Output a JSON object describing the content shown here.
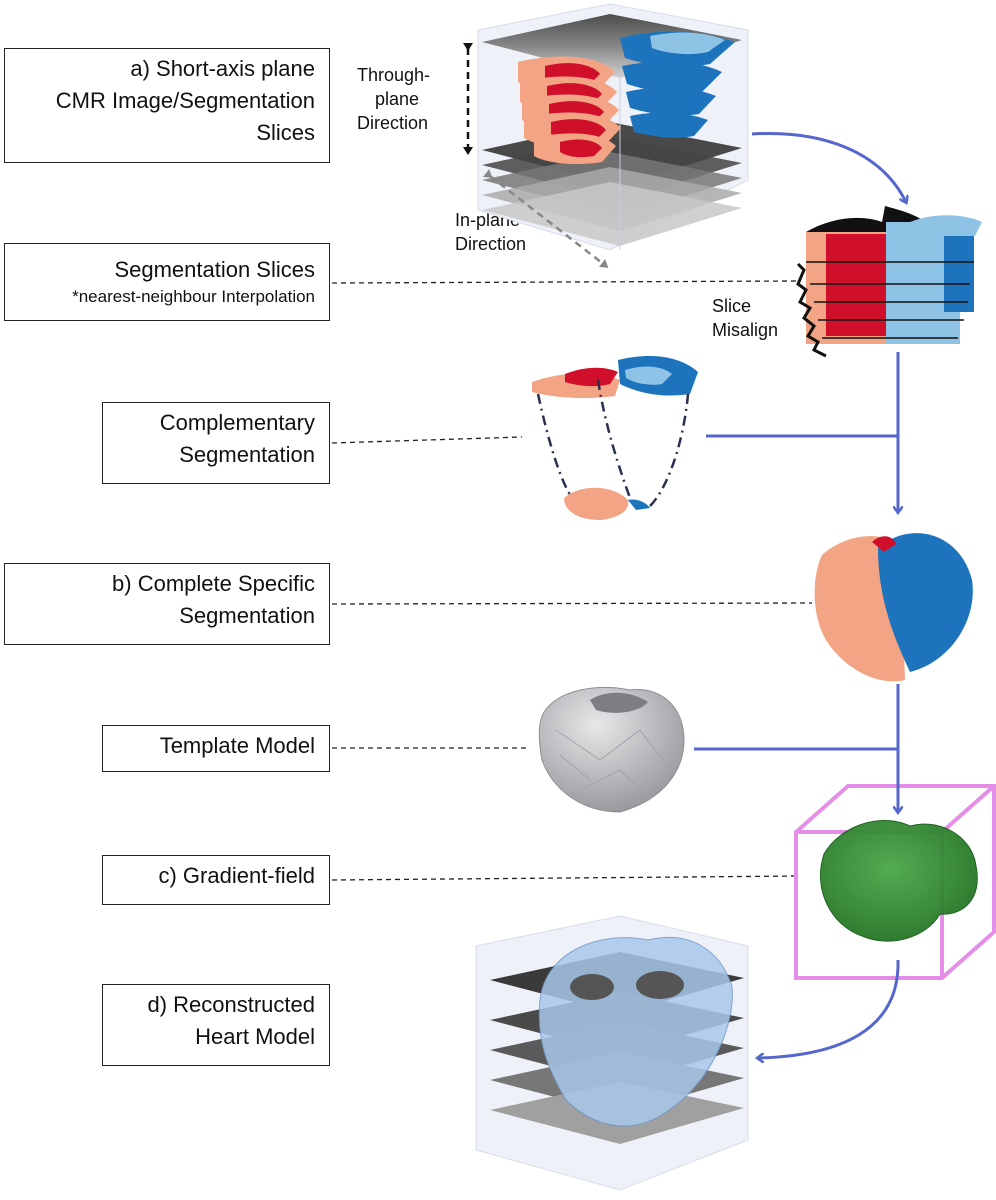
{
  "boxes": {
    "a_line1": "a)   Short-axis plane",
    "a_line2": "CMR Image/Segmentation",
    "a_line3": "Slices",
    "seg_line1": "Segmentation Slices",
    "seg_line2": "*nearest-neighbour Interpolation",
    "comp_line1": "Complementary",
    "comp_line2": "Segmentation",
    "b_line1": "b)   Complete Specific",
    "b_line2": "Segmentation",
    "template": "Template Model",
    "c": "c)   Gradient-field",
    "d_line1": "d)   Reconstructed",
    "d_line2": "Heart Model"
  },
  "annotations": {
    "through_1": "Through-",
    "through_2": "plane",
    "through_3": "Direction",
    "inplane_1": "In-plane",
    "inplane_2": "Direction",
    "slice_1": "Slice",
    "slice_2": "Misalign"
  },
  "colors": {
    "arrow": "#5566cc",
    "lv_myo": "#f2a484",
    "lv_blood": "#d0102a",
    "rv_blue": "#1d74bd",
    "rv_light": "#8fc3e6",
    "green": "#2f8a2f",
    "bbox": "#e48ee8",
    "template_gray": "#b9b9bd",
    "recon_blue": "#a8c8ea"
  }
}
